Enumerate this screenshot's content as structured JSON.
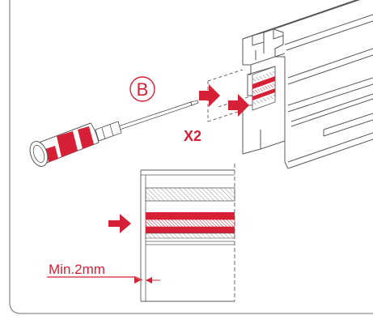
{
  "callout": {
    "letter": "B"
  },
  "count_label": "X2",
  "dimension": {
    "text": "Min.2mm"
  },
  "colors": {
    "accent": "#d62035",
    "line": "#5a5a5a",
    "hatch": "#8a8a8a",
    "panel_border": "#8e8e8e",
    "background": "#ffffff"
  },
  "icons": [
    "screwdriver-icon",
    "push-arrow-icon"
  ]
}
